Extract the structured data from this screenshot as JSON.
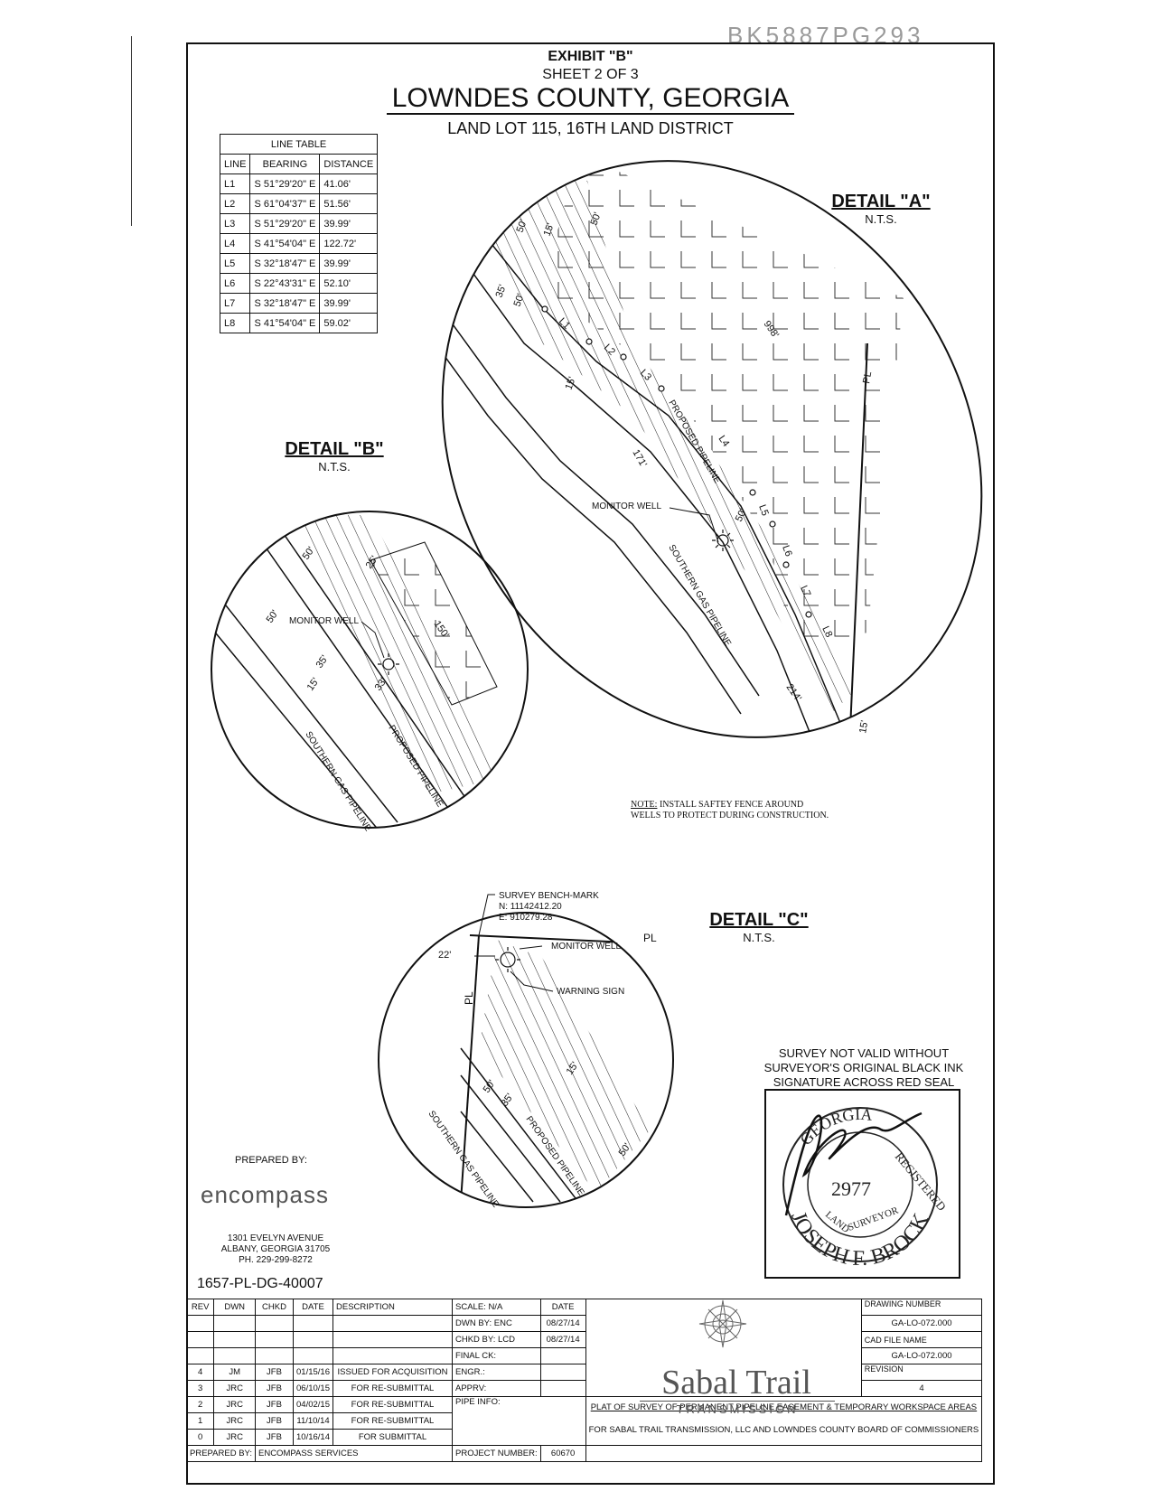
{
  "stamp": "BK5887PG293",
  "header": {
    "exhibit": "EXHIBIT \"B\"",
    "sheet": "SHEET 2 OF 3",
    "county": "LOWNDES COUNTY, GEORGIA",
    "land_lot": "LAND LOT 115, 16TH LAND DISTRICT"
  },
  "line_table": {
    "title": "LINE TABLE",
    "columns": [
      "LINE",
      "BEARING",
      "DISTANCE"
    ],
    "rows": [
      [
        "L1",
        "S 51°29'20\" E",
        "41.06'"
      ],
      [
        "L2",
        "S 61°04'37\" E",
        "51.56'"
      ],
      [
        "L3",
        "S 51°29'20\" E",
        "39.99'"
      ],
      [
        "L4",
        "S 41°54'04\" E",
        "122.72'"
      ],
      [
        "L5",
        "S 32°18'47\" E",
        "39.99'"
      ],
      [
        "L6",
        "S 22°43'31\" E",
        "52.10'"
      ],
      [
        "L7",
        "S 32°18'47\" E",
        "39.99'"
      ],
      [
        "L8",
        "S 41°54'04\" E",
        "59.02'"
      ]
    ]
  },
  "detail_a": {
    "title": "DETAIL \"A\"",
    "scale": "N.T.S.",
    "labels": {
      "d50a": "50'",
      "d15a": "15'",
      "d50b": "50'",
      "d35": "35'",
      "d50c": "50'",
      "d998": "998'",
      "pl": "PL",
      "l1": "L1",
      "l2": "L2",
      "l3": "L3",
      "l4": "L4",
      "l5": "L5",
      "l6": "L6",
      "l7": "L7",
      "l8": "L8",
      "d15b": "15'",
      "d171": "171'",
      "proposed": "PROPOSED PIPELINE",
      "monitor": "MONITOR WELL",
      "d50d": "50'",
      "southern": "SOUTHERN GAS PIPELINE",
      "d214": "214'",
      "d15c": "15'"
    }
  },
  "detail_b": {
    "title": "DETAIL \"B\"",
    "scale": "N.T.S.",
    "labels": {
      "d50a": "50'",
      "d25": "25'",
      "d150": "150'",
      "monitor": "MONITOR WELL",
      "d50b": "50'",
      "d35": "35'",
      "d15": "15'",
      "d33": "33'",
      "proposed": "PROPOSED PIPELINE",
      "southern": "SOUTHERN GAS PIPELINE"
    }
  },
  "note": {
    "label": "NOTE:",
    "line1": "INSTALL SAFTEY FENCE AROUND",
    "line2": "WELLS TO PROTECT DURING CONSTRUCTION."
  },
  "detail_c": {
    "title": "DETAIL \"C\"",
    "scale": "N.T.S.",
    "labels": {
      "benchmark": "SURVEY BENCH-MARK",
      "north": "N: 11142412.20",
      "east": "E: 910279.28",
      "pl1": "PL",
      "pl2": "PL",
      "d22": "22'",
      "monitor": "MONITOR WELL",
      "warning": "WARNING SIGN",
      "d15": "15'",
      "d50a": "50'",
      "d35": "35'",
      "d50b": "50'",
      "southern": "SOUTHERN GAS PIPELINE",
      "proposed": "PROPOSED PIPELINE"
    }
  },
  "survey_validity": {
    "line1": "SURVEY NOT VALID WITHOUT",
    "line2": "SURVEYOR'S ORIGINAL BLACK INK",
    "line3": "SIGNATURE ACROSS RED SEAL"
  },
  "seal": {
    "state": "GEORGIA",
    "registered": "REGISTERED",
    "number": "2977",
    "land": "LAND",
    "surveyor": "SURVEYOR",
    "name": "JOSEPH F. BROCK"
  },
  "preparer": {
    "label": "PREPARED BY:",
    "logo": "encompass",
    "address1": "1301 EVELYN AVENUE",
    "address2": "ALBANY, GEORGIA 31705",
    "phone": "PH. 229-299-8272",
    "project_code": "1657-PL-DG-40007"
  },
  "title_block": {
    "rev_headers": [
      "REV",
      "DWN",
      "CHKD",
      "DATE",
      "DESCRIPTION"
    ],
    "revisions": [
      [
        "4",
        "JM",
        "JFB",
        "01/15/16",
        "ISSUED FOR ACQUISITION"
      ],
      [
        "3",
        "JRC",
        "JFB",
        "06/10/15",
        "FOR RE-SUBMITTAL"
      ],
      [
        "2",
        "JRC",
        "JFB",
        "04/02/15",
        "FOR RE-SUBMITTAL"
      ],
      [
        "1",
        "JRC",
        "JFB",
        "11/10/14",
        "FOR RE-SUBMITTAL"
      ],
      [
        "0",
        "JRC",
        "JFB",
        "10/16/14",
        "FOR SUBMITTAL"
      ]
    ],
    "scale_label": "SCALE:",
    "scale_value": "N/A",
    "date_label": "DATE",
    "dwn_label": "DWN BY:",
    "dwn_value": "ENC",
    "dwn_date": "08/27/14",
    "chkd_label": "CHKD BY:",
    "chkd_value": "LCD",
    "chkd_date": "08/27/14",
    "final_label": "FINAL CK:",
    "engr_label": "ENGR.:",
    "apprv_label": "APPRV:",
    "pipe_info_label": "PIPE INFO:",
    "prepared_label": "PREPARED BY:",
    "prepared_value": "ENCOMPASS SERVICES",
    "project_number_label": "PROJECT NUMBER:",
    "project_number_value": "60670",
    "company_name": "Sabal Trail",
    "company_sub": "TRANSMISSION",
    "drawing_number_label": "DRAWING NUMBER",
    "drawing_number_value": "GA-LO-072.000",
    "cad_label": "CAD FILE NAME",
    "cad_value": "GA-LO-072.000",
    "revision_label": "REVISION",
    "revision_value": "4",
    "plat_title": "PLAT OF SURVEY OF PERMANENT PIPELINE EASEMENT & TEMPORARY WORKSPACE AREAS",
    "plat_sub": "FOR SABAL TRAIL TRANSMISSION, LLC AND LOWNDES COUNTY BOARD OF COMMISSIONERS"
  }
}
